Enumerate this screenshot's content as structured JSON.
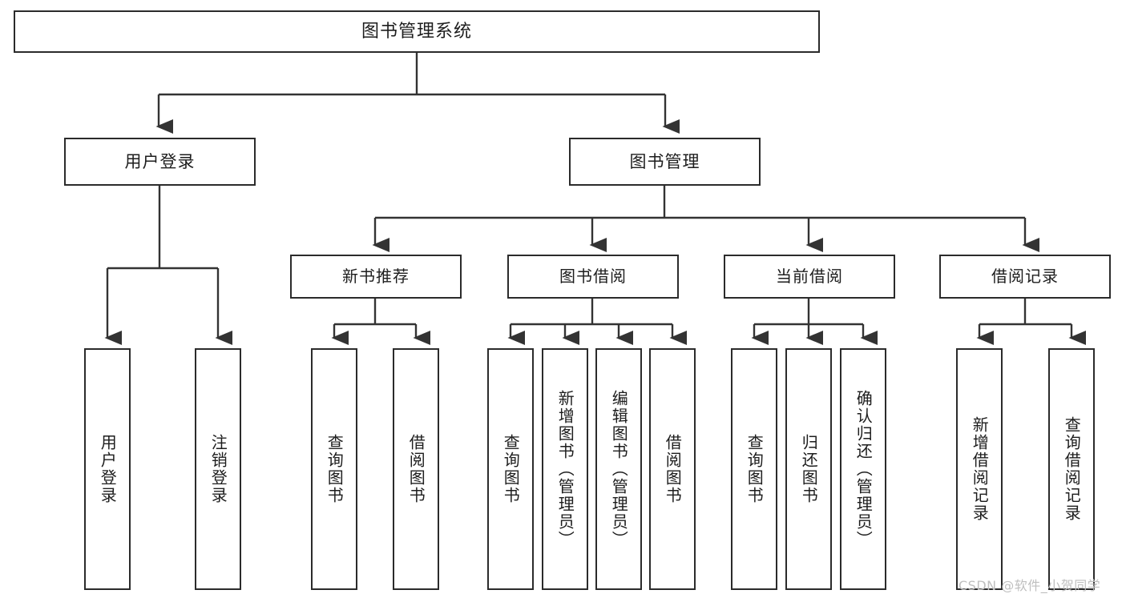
{
  "diagram": {
    "title": "图书管理系统",
    "type": "tree",
    "orientation": "top-down",
    "colors": {
      "box_border": "#2b2b2b",
      "box_fill": "#ffffff",
      "edge": "#333333",
      "text": "#1d1d1d",
      "watermark": "#bfbfbf",
      "background": "#ffffff"
    },
    "root": {
      "label": "图书管理系统"
    },
    "level1": [
      {
        "id": "user-login",
        "label": "用户登录"
      },
      {
        "id": "book-manage",
        "label": "图书管理"
      }
    ],
    "level2": [
      {
        "id": "new-book-recommend",
        "label": "新书推荐",
        "parent": "book-manage"
      },
      {
        "id": "book-borrow",
        "label": "图书借阅",
        "parent": "book-manage"
      },
      {
        "id": "current-borrow",
        "label": "当前借阅",
        "parent": "book-manage"
      },
      {
        "id": "borrow-record",
        "label": "借阅记录",
        "parent": "book-manage"
      }
    ],
    "leaves": {
      "user_login": [
        {
          "id": "leaf-user-login",
          "label": "用户登录"
        },
        {
          "id": "leaf-logout",
          "label": "注销登录"
        }
      ],
      "new_book_recommend": [
        {
          "id": "leaf-query-book-1",
          "label": "查询图书"
        },
        {
          "id": "leaf-borrow-book-1",
          "label": "借阅图书"
        }
      ],
      "book_borrow": [
        {
          "id": "leaf-query-book-2",
          "label": "查询图书"
        },
        {
          "id": "leaf-add-book",
          "label": "新增图书（管理员）"
        },
        {
          "id": "leaf-edit-book",
          "label": "编辑图书（管理员）"
        },
        {
          "id": "leaf-borrow-book-2",
          "label": "借阅图书"
        }
      ],
      "current_borrow": [
        {
          "id": "leaf-query-book-3",
          "label": "查询图书"
        },
        {
          "id": "leaf-return-book",
          "label": "归还图书"
        },
        {
          "id": "leaf-confirm-return",
          "label": "确认归还（管理员）"
        }
      ],
      "borrow_record": [
        {
          "id": "leaf-add-record",
          "label": "新增借阅记录"
        },
        {
          "id": "leaf-query-record",
          "label": "查询借阅记录"
        }
      ]
    }
  },
  "watermark": {
    "text": "CSDN @软件_小贺同学"
  }
}
